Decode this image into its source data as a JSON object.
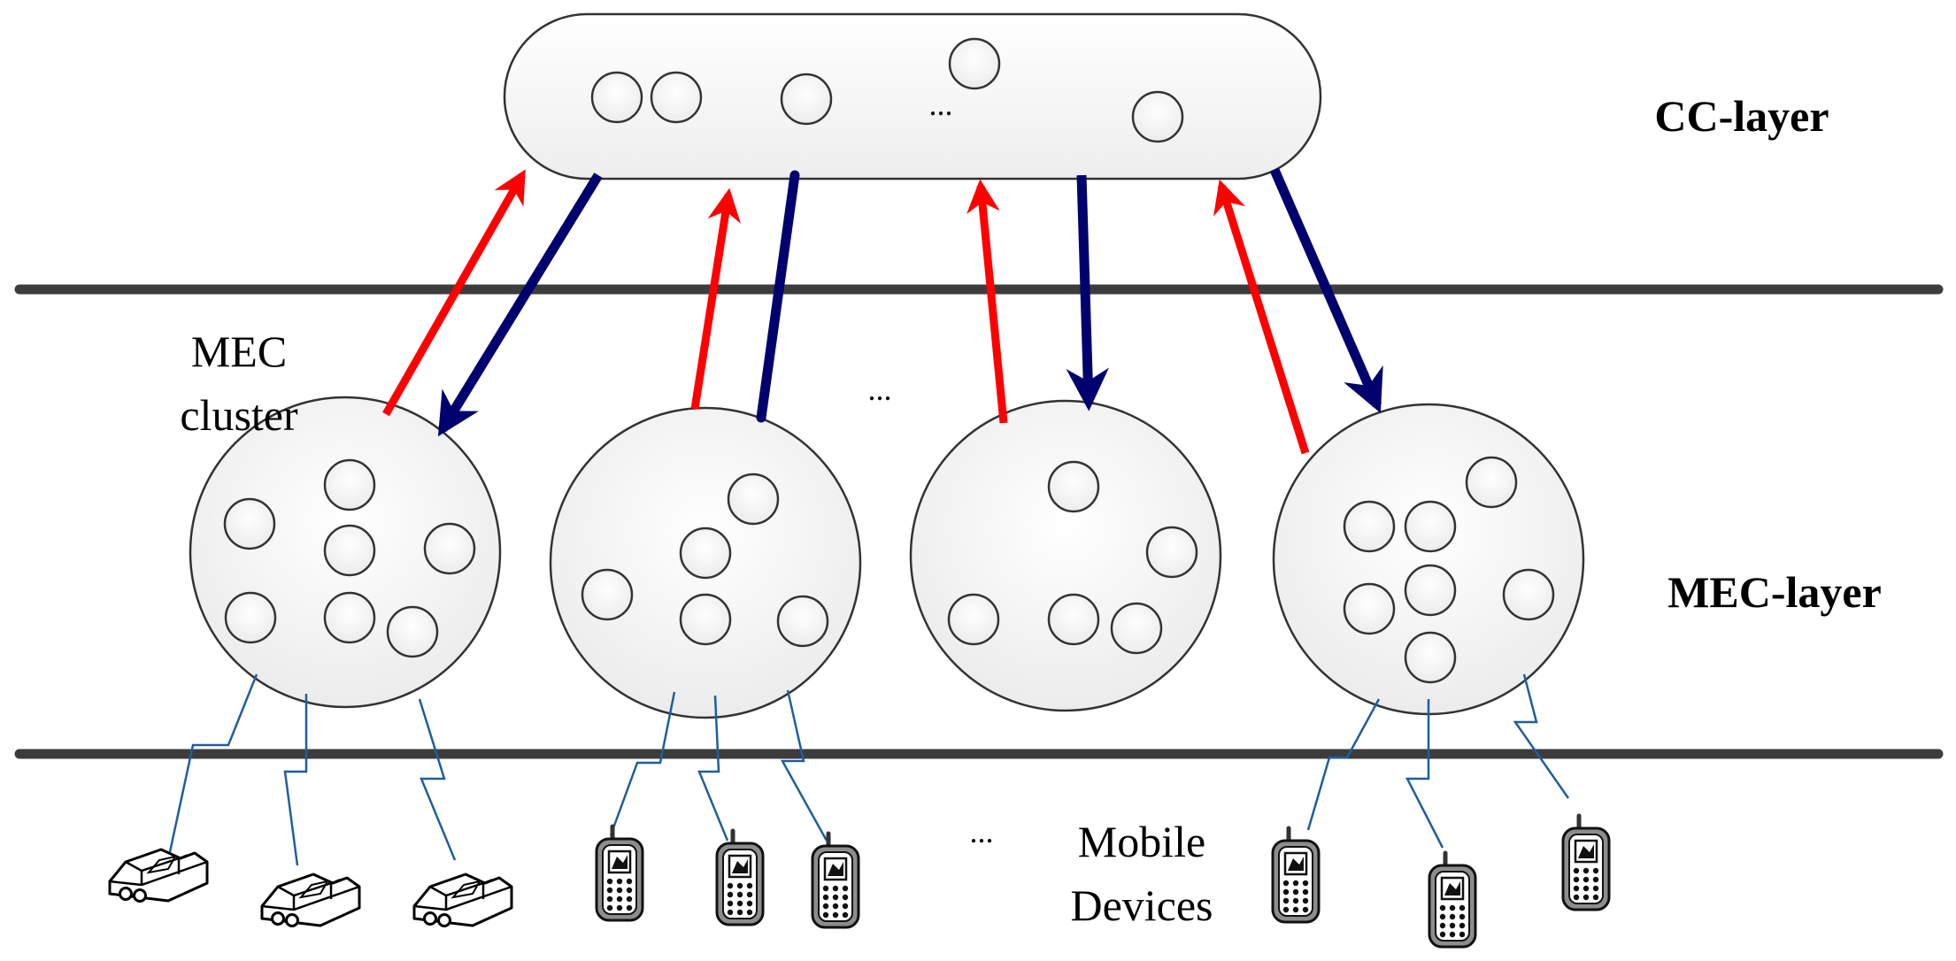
{
  "labels": {
    "cc_layer": "CC-layer",
    "mec_layer": "MEC-layer",
    "mec_cluster_line1": "MEC",
    "mec_cluster_line2": "cluster",
    "mobile_devices_line1": "Mobile",
    "mobile_devices_line2": "Devices",
    "ellipsis": "..."
  },
  "colors": {
    "upload_arrow": "#ff0000",
    "download_arrow": "#00006e",
    "layer_line": "#3c3c3c",
    "wireless_link": "#1f5e9e"
  },
  "icons": {
    "vehicle": "car-icon",
    "phone": "mobile-phone-icon"
  }
}
